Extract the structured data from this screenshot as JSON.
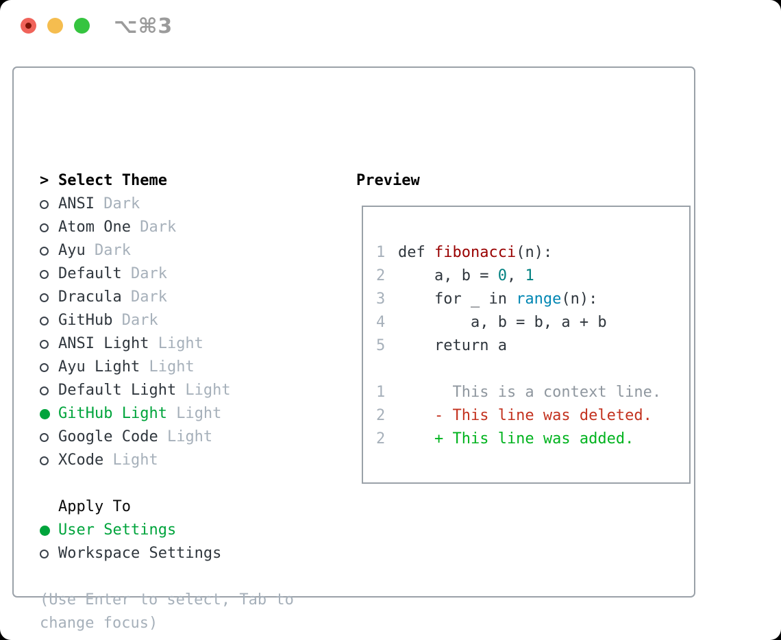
{
  "window": {
    "title": "⌥⌘3",
    "traffic_lights": {
      "close_color": "#f0635a",
      "close_dot_color": "#7e1407",
      "minimize_color": "#f5bd4f",
      "zoom_color": "#35c43f"
    }
  },
  "theme_selector": {
    "header": {
      "marker": ">",
      "label": "Select Theme"
    },
    "items": [
      {
        "name": "ANSI",
        "variant": "Dark",
        "selected": false
      },
      {
        "name": "Atom One",
        "variant": "Dark",
        "selected": false
      },
      {
        "name": "Ayu",
        "variant": "Dark",
        "selected": false
      },
      {
        "name": "Default",
        "variant": "Dark",
        "selected": false
      },
      {
        "name": "Dracula",
        "variant": "Dark",
        "selected": false
      },
      {
        "name": "GitHub",
        "variant": "Dark",
        "selected": false
      },
      {
        "name": "ANSI Light",
        "variant": "Light",
        "selected": false
      },
      {
        "name": "Ayu Light",
        "variant": "Light",
        "selected": false
      },
      {
        "name": "Default Light",
        "variant": "Light",
        "selected": false
      },
      {
        "name": "GitHub Light",
        "variant": "Light",
        "selected": true
      },
      {
        "name": "Google Code",
        "variant": "Light",
        "selected": false
      },
      {
        "name": "XCode",
        "variant": "Light",
        "selected": false
      }
    ],
    "apply_to": {
      "header": "Apply To",
      "items": [
        {
          "name": "User Settings",
          "selected": true
        },
        {
          "name": "Workspace Settings",
          "selected": false
        }
      ]
    },
    "help_lines": [
      "(Use Enter to select, Tab to",
      "change focus)"
    ]
  },
  "preview": {
    "title": "Preview",
    "colors": {
      "plain": "#2f363d",
      "title": "#990000",
      "number": "#008080",
      "builtin": "#0086b3",
      "context": "#8f979f",
      "deletion": "#c3321f",
      "addition": "#00b31e",
      "accent_green": "#00a43c"
    },
    "lines": [
      {
        "num": "1",
        "segments": [
          {
            "text": "def ",
            "color": "plain"
          },
          {
            "text": "fibonacci",
            "color": "title"
          },
          {
            "text": "(n):",
            "color": "plain"
          }
        ]
      },
      {
        "num": "2",
        "segments": [
          {
            "text": "    a, b = ",
            "color": "plain"
          },
          {
            "text": "0",
            "color": "number"
          },
          {
            "text": ", ",
            "color": "plain"
          },
          {
            "text": "1",
            "color": "number"
          }
        ]
      },
      {
        "num": "3",
        "segments": [
          {
            "text": "    for _ in ",
            "color": "plain"
          },
          {
            "text": "range",
            "color": "builtin"
          },
          {
            "text": "(n):",
            "color": "plain"
          }
        ]
      },
      {
        "num": "4",
        "segments": [
          {
            "text": "        a, b = b, a + b",
            "color": "plain"
          }
        ]
      },
      {
        "num": "5",
        "segments": [
          {
            "text": "    return a",
            "color": "plain"
          }
        ]
      },
      {
        "num": "",
        "segments": []
      },
      {
        "num": "1",
        "segments": [
          {
            "text": "      This is a context line.",
            "color": "context"
          }
        ]
      },
      {
        "num": "2",
        "segments": [
          {
            "text": "    - This line was deleted.",
            "color": "deletion"
          }
        ]
      },
      {
        "num": "2",
        "segments": [
          {
            "text": "    + This line was added.",
            "color": "addition"
          }
        ]
      }
    ]
  }
}
